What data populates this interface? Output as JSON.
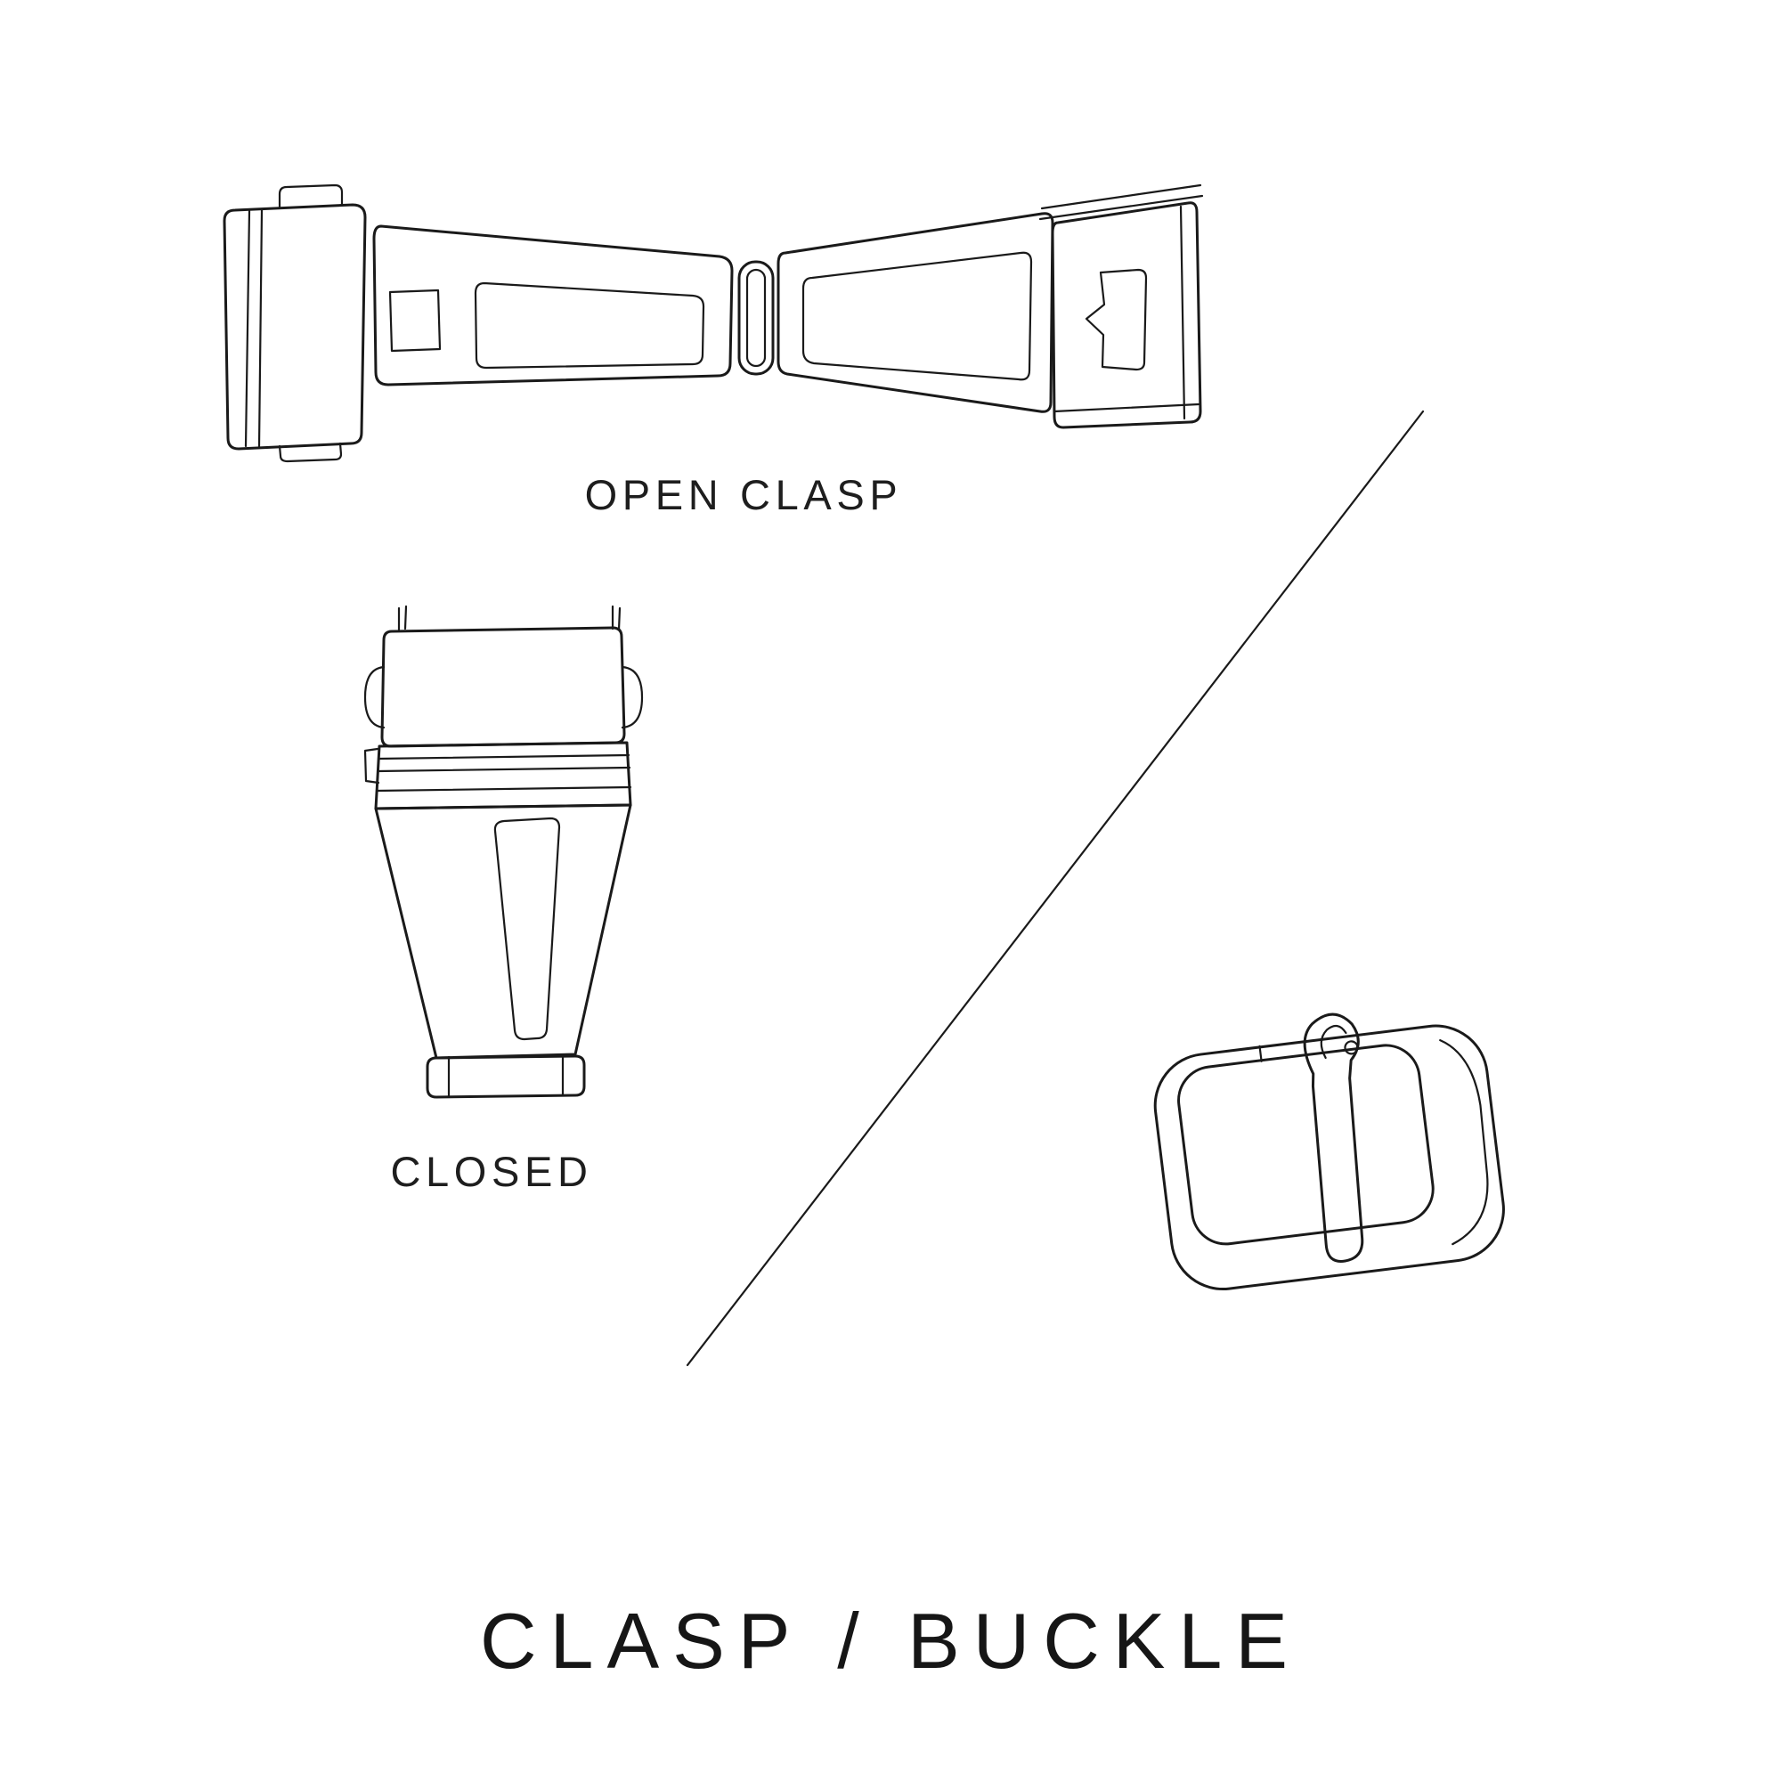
{
  "page": {
    "background": "#ffffff",
    "line_color": "#1a1a1a",
    "title": "CLASP / BUCKLE"
  },
  "labels": {
    "open_clasp": "OPEN CLASP",
    "closed": "CLOSED"
  },
  "figures": {
    "open_clasp_icon": "open-clasp-illustration",
    "closed_clasp_icon": "closed-clasp-illustration",
    "buckle_icon": "buckle-illustration",
    "divider_icon": "diagonal-divider-line"
  }
}
